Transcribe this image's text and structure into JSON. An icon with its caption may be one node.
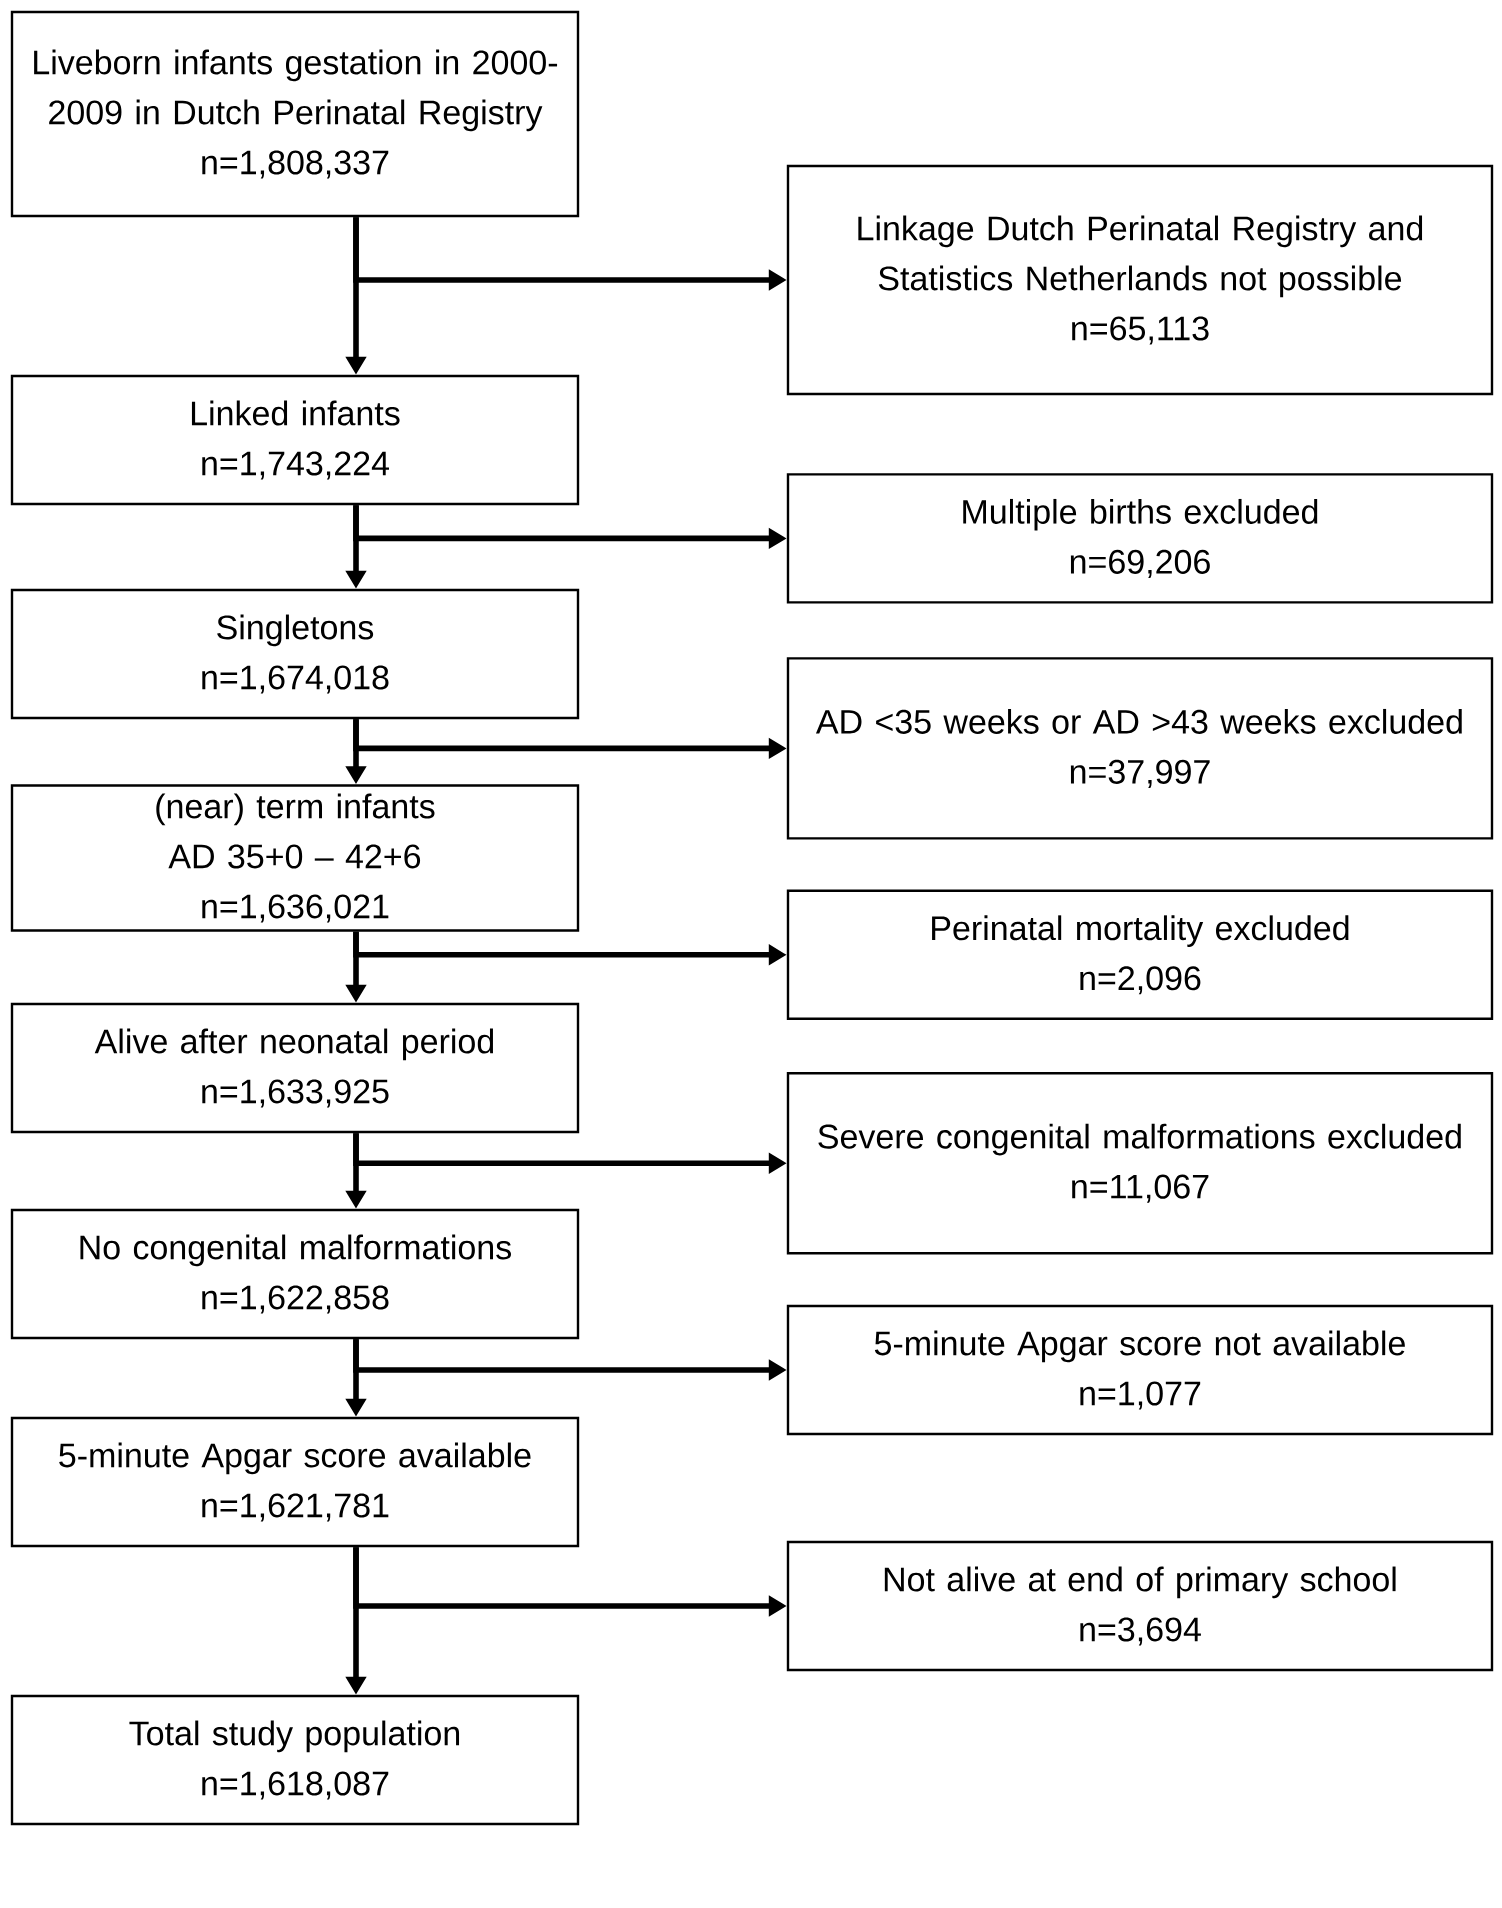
{
  "diagram": {
    "nodes": [
      {
        "text": [
          "Liveborn infants gestation in 2000-2009 in Dutch Perinatal Registry",
          "n=1,808,337"
        ]
      },
      {
        "text": [
          "Linked infants",
          "n=1,743,224"
        ]
      },
      {
        "text": [
          "Singletons",
          "n=1,674,018"
        ]
      },
      {
        "text": [
          "(near) term infants AD 35+0 – 42+6",
          "n=1,636,021"
        ]
      },
      {
        "text": [
          "Alive after neonatal period",
          "n=1,633,925"
        ]
      },
      {
        "text": [
          "No congenital malformations",
          "n=1,622,858"
        ]
      },
      {
        "text": [
          "5-minute Apgar score available",
          "n=1,621,781"
        ]
      },
      {
        "text": [
          "Total study population",
          "n=1,618,087"
        ]
      },
      {
        "text": [
          "Linkage Dutch Perinatal Registry and Statistics Netherlands not possible",
          "n=65,113"
        ]
      },
      {
        "text": [
          "Multiple births excluded",
          "n=69,206"
        ]
      },
      {
        "text": [
          "AD <35 weeks or AD >43 weeks excluded",
          "n=37,997"
        ]
      },
      {
        "text": [
          "Perinatal mortality excluded",
          "n=2,096"
        ]
      },
      {
        "text": [
          "Severe congenital malformations excluded",
          "n=11,067"
        ]
      },
      {
        "text": [
          "5-minute Apgar score not available",
          "n=1,077"
        ]
      },
      {
        "text": [
          "Not alive at end of primary school",
          "n=3,694"
        ]
      }
    ],
    "edges": [
      {
        "from": 0,
        "to": 1,
        "arrow": "to"
      },
      {
        "from": 1,
        "to": 2,
        "arrow": "to"
      },
      {
        "from": 2,
        "to": 3,
        "arrow": "to"
      },
      {
        "from": 3,
        "to": 4,
        "arrow": "to"
      },
      {
        "from": 4,
        "to": 5,
        "arrow": "to"
      },
      {
        "from": 5,
        "to": 6,
        "arrow": "to"
      },
      {
        "from": 6,
        "to": 7,
        "arrow": "to"
      },
      {
        "from": 0,
        "to": 8,
        "arrow": "to"
      },
      {
        "from": 1,
        "to": 9,
        "arrow": "to"
      },
      {
        "from": 2,
        "to": 10,
        "arrow": "to"
      },
      {
        "from": 3,
        "to": 11,
        "arrow": "to"
      },
      {
        "from": 4,
        "to": 12,
        "arrow": "to"
      },
      {
        "from": 5,
        "to": 13,
        "arrow": "to"
      },
      {
        "from": 6,
        "to": 14,
        "arrow": "to"
      }
    ]
  }
}
